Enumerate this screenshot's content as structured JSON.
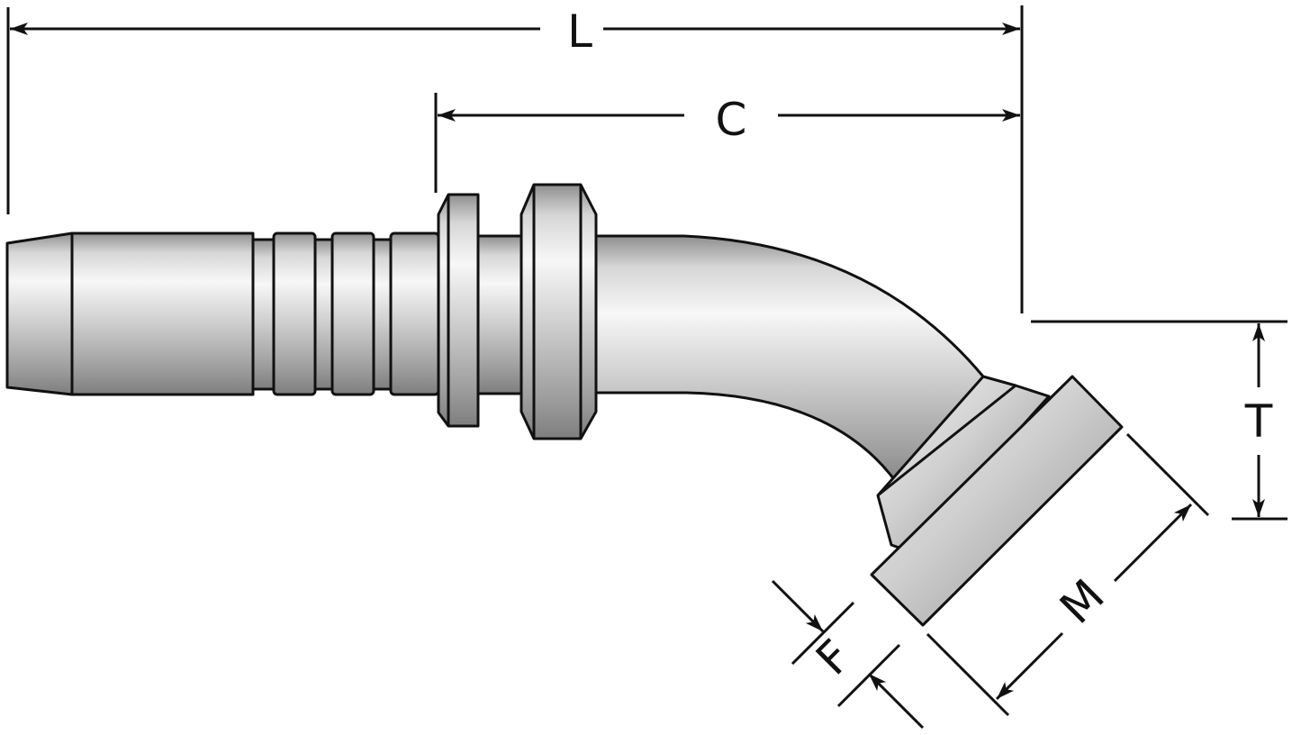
{
  "dimensions": {
    "L": "L",
    "C": "C",
    "T": "T",
    "M": "M",
    "F": "F"
  },
  "colors": {
    "outline": "#111111",
    "metal_light": "#f4f4f4",
    "metal_mid": "#c9c9c9",
    "metal_dark": "#8a8a8a"
  }
}
